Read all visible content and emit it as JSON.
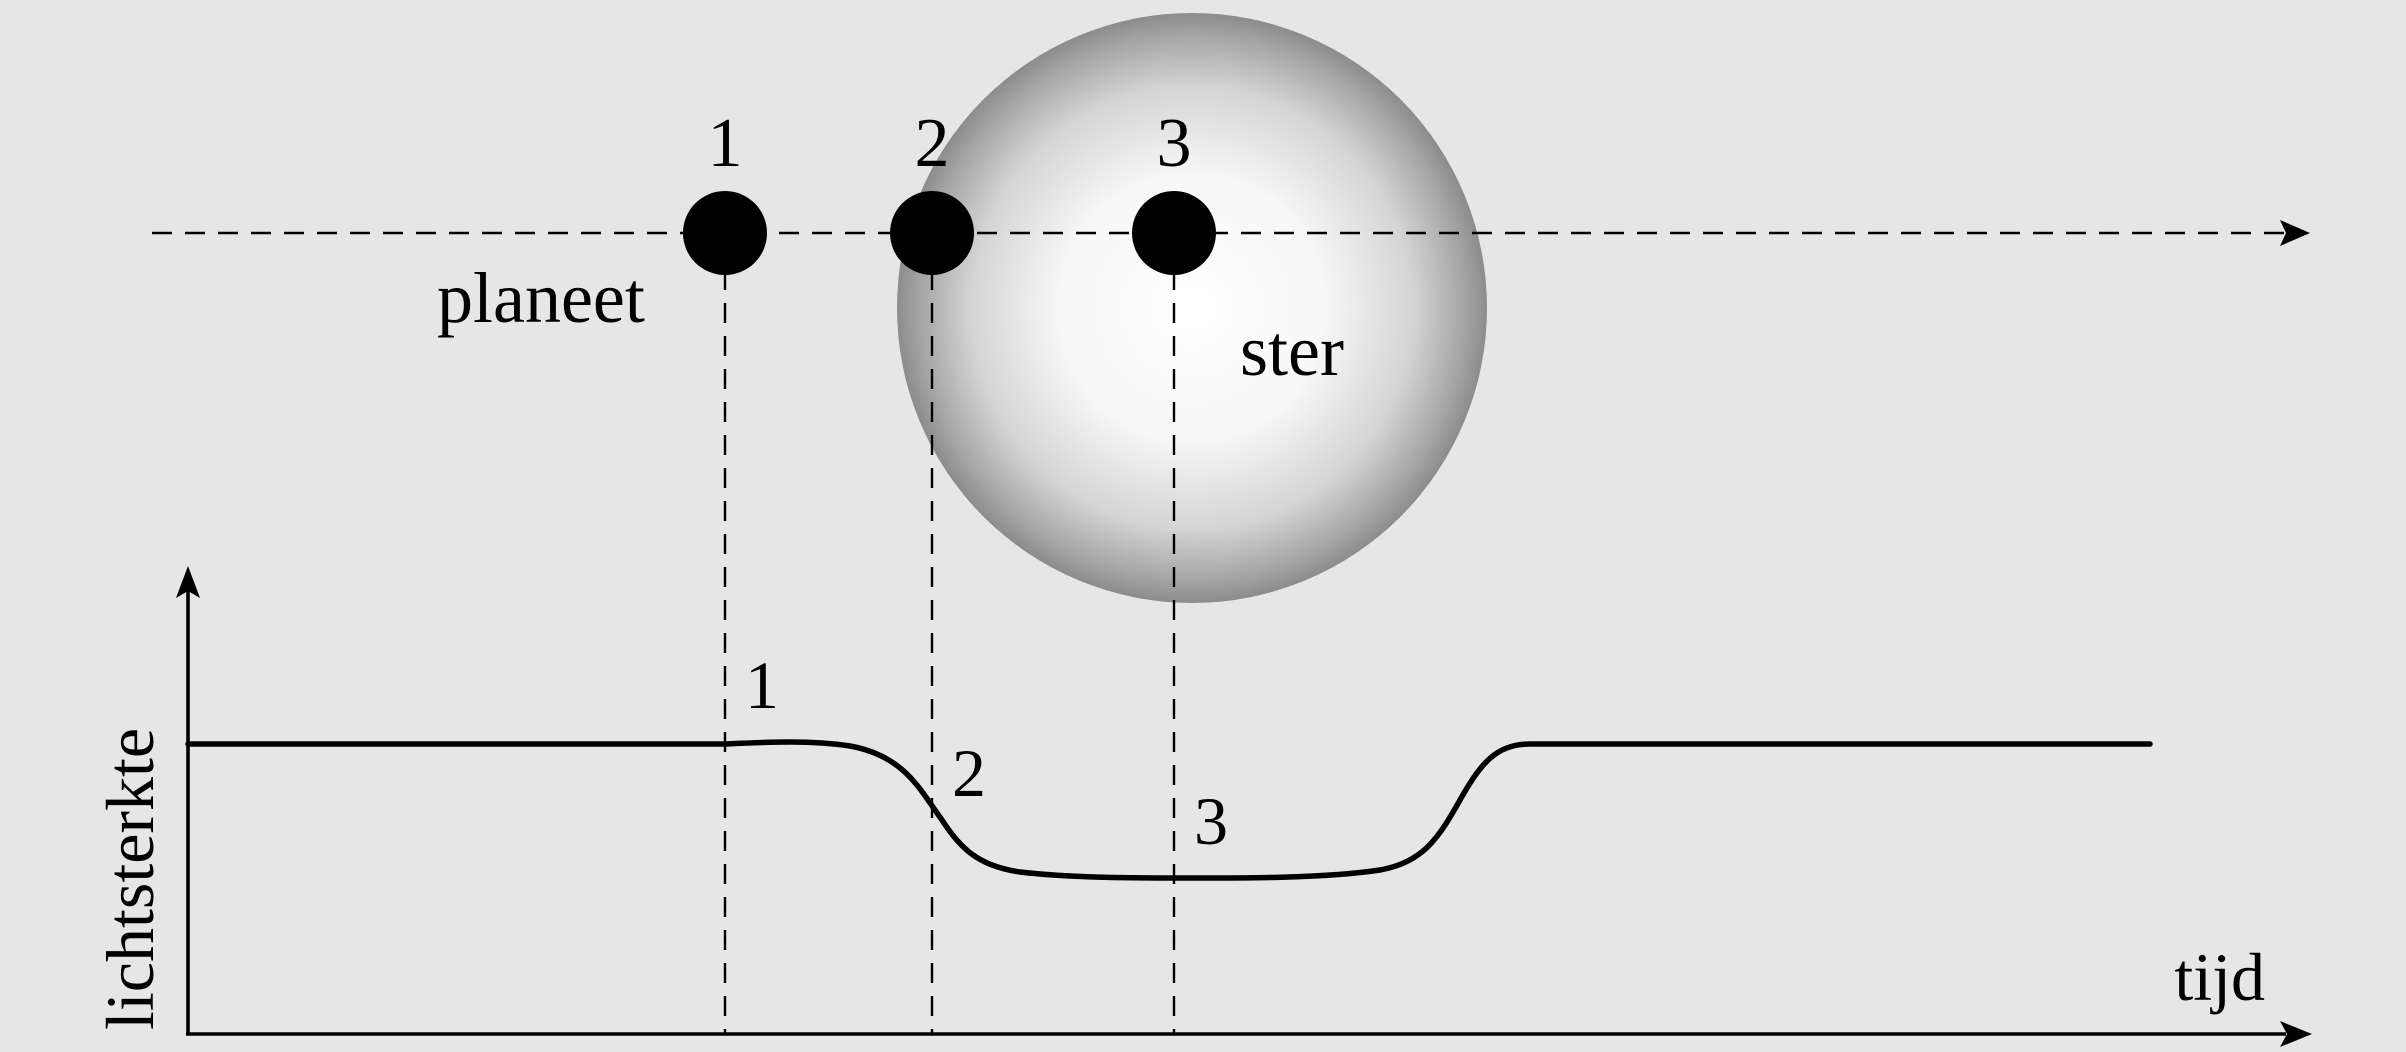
{
  "labels": {
    "planet": "planeet",
    "star": "ster",
    "y_axis": "lichtsterkte",
    "x_axis": "tijd"
  },
  "positions": [
    {
      "marker": "1",
      "curve_label": "1"
    },
    {
      "marker": "2",
      "curve_label": "2"
    },
    {
      "marker": "3",
      "curve_label": "3"
    }
  ],
  "colors": {
    "background": "#e6e6e6",
    "ink": "#000000",
    "star_center": "#ffffff",
    "star_edge": "#8c8c8c"
  }
}
